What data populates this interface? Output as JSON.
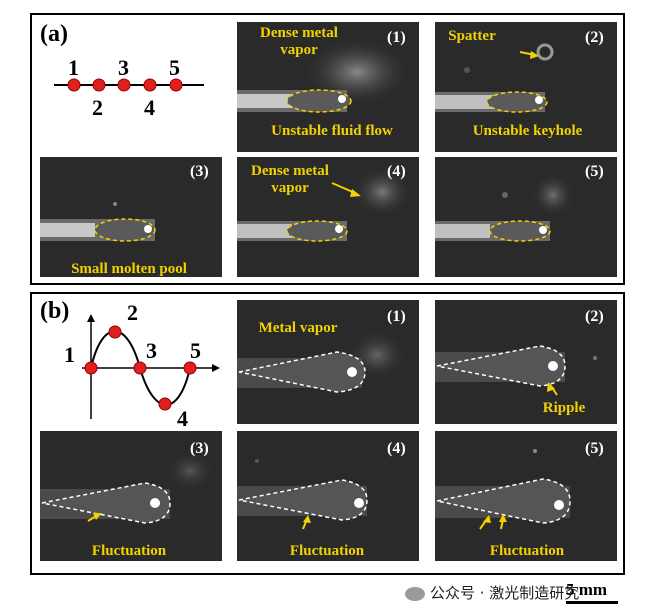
{
  "panel_a": {
    "label": "(a)",
    "diagram_points": [
      "1",
      "2",
      "3",
      "4",
      "5"
    ],
    "frames": [
      {
        "num": "(1)",
        "top": "Dense metal vapor",
        "bottom": "Unstable fluid flow"
      },
      {
        "num": "(2)",
        "top": "Spatter",
        "bottom": "Unstable keyhole"
      },
      {
        "num": "(3)",
        "bottom": "Small molten pool"
      },
      {
        "num": "(4)",
        "top": "Dense metal vapor"
      },
      {
        "num": "(5)"
      }
    ]
  },
  "panel_b": {
    "label": "(b)",
    "diagram_points": [
      "1",
      "2",
      "3",
      "4",
      "5"
    ],
    "frames": [
      {
        "num": "(1)",
        "top": "Metal vapor"
      },
      {
        "num": "(2)",
        "bottom": "Ripple"
      },
      {
        "num": "(3)",
        "bottom": "Fluctuation"
      },
      {
        "num": "(4)",
        "bottom": "Fluctuation"
      },
      {
        "num": "(5)",
        "bottom": "Fluctuation"
      }
    ]
  },
  "watermark": "公众号 · 激光制造研究",
  "scale_bar": "5 mm",
  "colors": {
    "annotation": "#f2d200",
    "point": "#e02020",
    "frame_bg": "#2a2a2a"
  }
}
